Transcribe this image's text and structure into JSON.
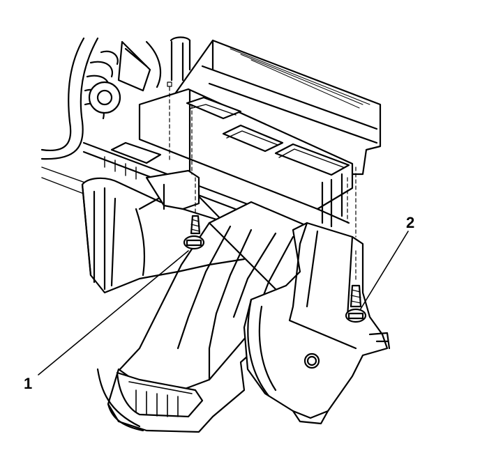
{
  "callouts": [
    {
      "number": "1",
      "refers_to": "screw-left"
    },
    {
      "number": "2",
      "refers_to": "screw-right"
    }
  ],
  "colors": {
    "line": "#000000",
    "fill": "#ffffff",
    "background": "#ffffff"
  }
}
